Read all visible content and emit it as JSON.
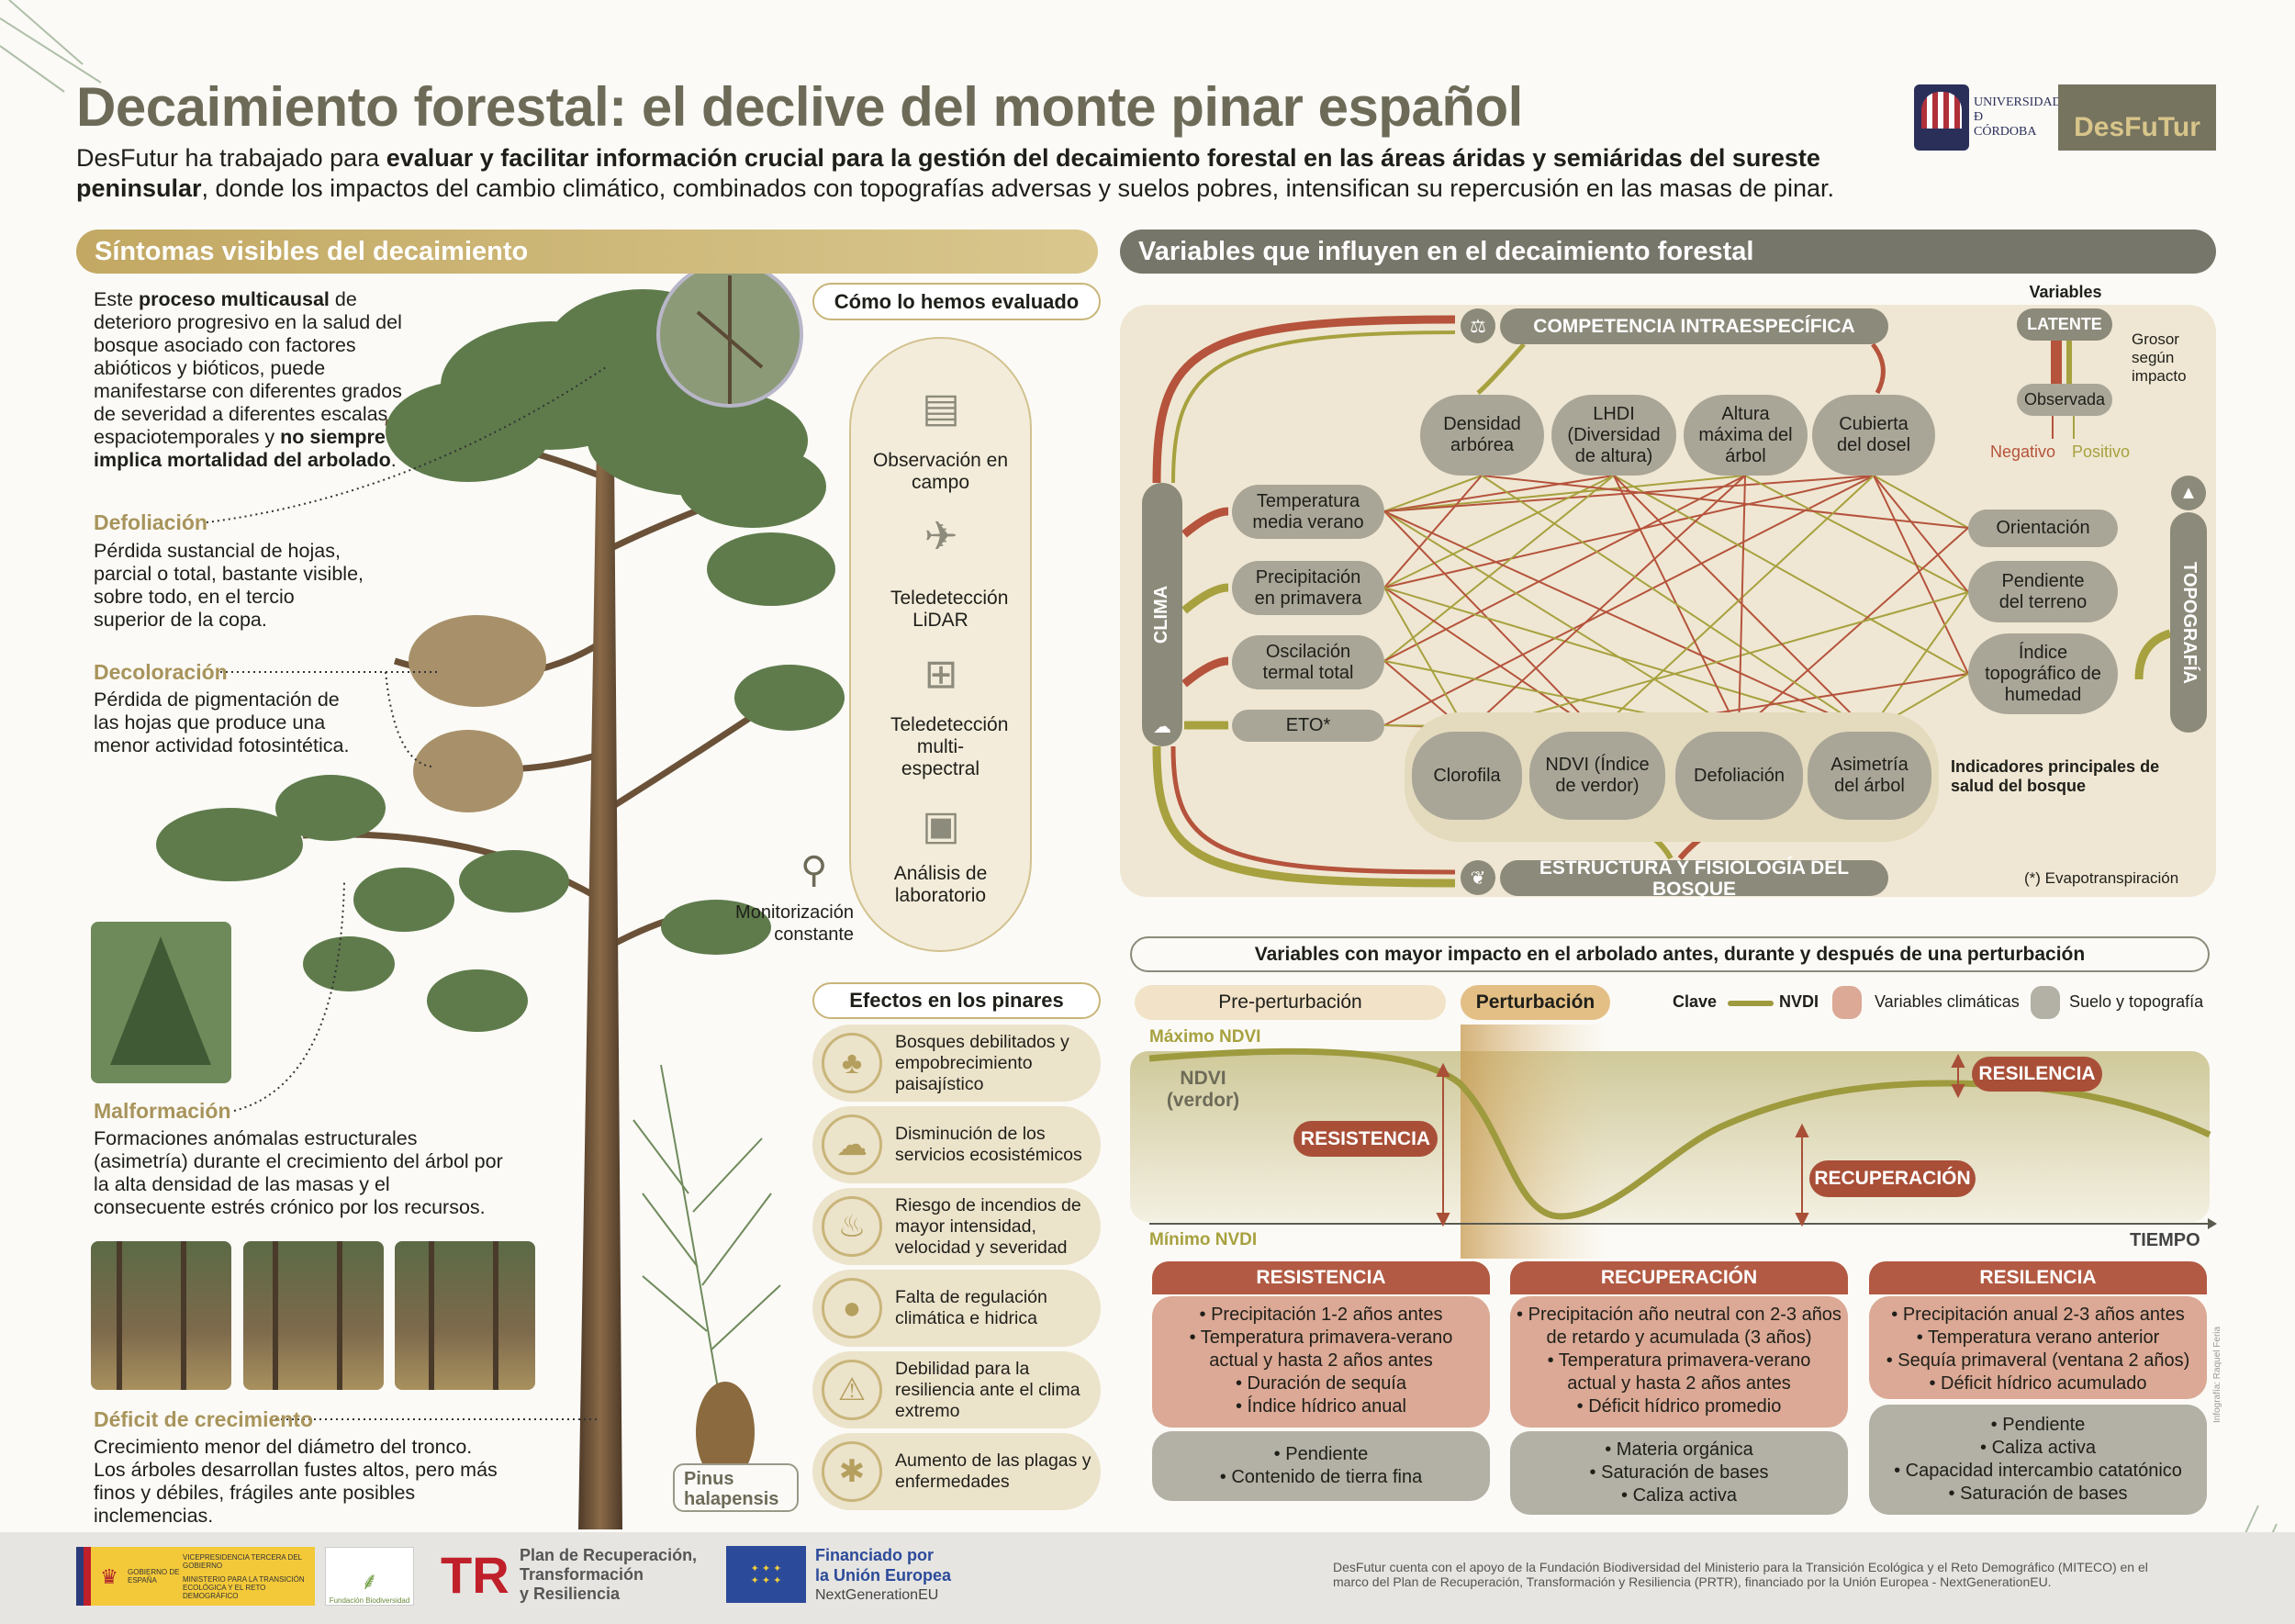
{
  "header": {
    "title": "Decaimiento forestal: el declive del monte pinar español",
    "subtitle_parts": [
      "DesFutur ha trabajado para ",
      "evaluar y facilitar información crucial para la gestión del decaimiento forestal en las áreas áridas y semiáridas del sureste peninsular",
      ", donde los impactos del cambio climático, combinados con topografías adversas y suelos pobres, intensifican su repercusión en las masas de pinar."
    ],
    "logo_uco": [
      "UNIVERSIDAD",
      "Đ",
      "CÓRDOBA"
    ],
    "logo_desfutur": "DesFuTur"
  },
  "left": {
    "section_title": "Síntomas visibles del decaimiento",
    "intro_parts": [
      "Este ",
      "proceso multicausal",
      " de deterioro progresivo en la salud del bosque asociado con factores abióticos y bióticos, puede manifestarse con diferentes grados de severidad a diferentes escalas espaciotemporales y ",
      "no siempre implica mortalidad del arbolado",
      "."
    ],
    "symptoms": [
      {
        "title": "Defoliación",
        "text": "Pérdida sustancial de hojas, parcial o total, bastante visible, sobre todo, en el tercio superior de la copa."
      },
      {
        "title": "Decoloración",
        "text": "Pérdida de pigmentación de las hojas que produce una menor actividad fotosintética."
      },
      {
        "title": "Malformación",
        "text": "Formaciones anómalas estructurales (asimetría) durante el crecimiento del árbol por la alta densidad de las masas y el consecuente estrés crónico por los recursos."
      },
      {
        "title": "Déficit de crecimiento",
        "text": "Crecimiento menor del diámetro del tronco. Los árboles desarrollan fustes altos, pero más finos y débiles, frágiles ante posibles inclemencias."
      }
    ],
    "species_label": "Pinus halapensis",
    "evaluation": {
      "title": "Cómo lo hemos evaluado",
      "items": [
        "Observación en campo",
        "Teledetección LiDAR",
        "Teledetección multi-espectral",
        "Análisis de laboratorio"
      ],
      "monitor": "Monitorización constante"
    },
    "effects": {
      "title": "Efectos en los pinares",
      "items": [
        {
          "icon": "forest-cycle-icon",
          "text": "Bosques debilitados y empobrecimiento paisajístico"
        },
        {
          "icon": "ecosystem-services-icon",
          "text": "Disminución de los servicios ecosistémicos"
        },
        {
          "icon": "fire-icon",
          "text": "Riesgo de incendios de mayor intensidad, velocidad y severidad"
        },
        {
          "icon": "water-drop-icon",
          "text": "Falta de regulación climática e hidrica"
        },
        {
          "icon": "climate-warning-icon",
          "text": "Debilidad para la resiliencia ante el clima extremo"
        },
        {
          "icon": "beetle-icon",
          "text": "Aumento de las plagas y enfermedades"
        }
      ]
    }
  },
  "right": {
    "section_title": "Variables que influyen en el decaimiento forestal",
    "diagram": {
      "competencia": "COMPETENCIA INTRAESPECÍFICA",
      "estructura": "ESTRUCTURA Y FISIOLOGÍA DEL BOSQUE",
      "clima": "CLIMA",
      "topografia": "TOPOGRAFÍA",
      "structure_nodes": [
        "Densidad arbórea",
        "LHDI (Diversidad de altura)",
        "Altura máxima del árbol",
        "Cubierta del dosel"
      ],
      "climate_nodes": [
        "Temperatura media verano",
        "Precipitación en primavera",
        "Oscilación termal total",
        "ETO*"
      ],
      "topo_nodes": [
        "Orientación",
        "Pendiente del terreno",
        "Índice topográfico de humedad"
      ],
      "indicator_nodes": [
        "Clorofila",
        "NDVI (Índice de verdor)",
        "Defoliación",
        "Asimetría del árbol"
      ],
      "indicators_label": "Indicadores principales de salud del bosque",
      "footnote": "(*) Evapotranspiración",
      "legend": {
        "title": "Variables",
        "latent": "LATENTE",
        "observed": "Observada",
        "thickness": "Grosor según impacto",
        "negative": "Negativo",
        "positive": "Positivo"
      },
      "colors": {
        "negative": "#b5533c",
        "positive": "#a7a13f"
      }
    },
    "impact": {
      "title": "Variables con mayor impacto en el arbolado antes, durante y después de una perturbación",
      "pre": "Pre-perturbación",
      "during": "Perturbación",
      "key": "Clave",
      "key_ndvi": "NVDI",
      "key_climate": "Variables climáticas",
      "key_soil": "Suelo y topografía",
      "max_label": "Máximo NDVI",
      "min_label": "Mínimo NVDI",
      "y_label": "NDVI (verdor)",
      "x_label": "TIEMPO",
      "resistance": "RESISTENCIA",
      "recovery": "RECUPERACIÓN",
      "resilience": "RESILENCIA"
    },
    "table": [
      {
        "header": "RESISTENCIA",
        "climate": [
          "• Precipitación 1-2 años antes",
          "• Temperatura primavera-verano actual y hasta 2 años antes",
          "• Duración de sequía",
          "• Índice hídrico anual"
        ],
        "soil": [
          "• Pendiente",
          "• Contenido de tierra fina"
        ]
      },
      {
        "header": "RECUPERACIÓN",
        "climate": [
          "• Precipitación año neutral con 2-3 años de retardo y acumulada (3 años)",
          "• Temperatura primavera-verano actual y hasta 2 años antes",
          "• Déficit hídrico promedio"
        ],
        "soil": [
          "• Materia orgánica",
          "• Saturación de bases",
          "• Caliza activa"
        ]
      },
      {
        "header": "RESILENCIA",
        "climate": [
          "• Precipitación anual 2-3 años antes",
          "• Temperatura verano anterior",
          "• Sequía primaveral (ventana 2 años)",
          "• Déficit hídrico acumulado"
        ],
        "soil": [
          "• Pendiente",
          "• Caliza activa",
          "• Capacidad intercambio catatónico",
          "• Saturación de bases"
        ]
      }
    ]
  },
  "credit": "Infografía: Raquel Feria",
  "footer": {
    "gob": [
      "GOBIERNO DE ESPAÑA",
      "VICEPRESIDENCIA TERCERA DEL GOBIERNO",
      "MINISTERIO PARA LA TRANSICIÓN ECOLÓGICA Y EL RETO DEMOGRÁFICO"
    ],
    "fundacion": "Fundación Biodiversidad",
    "prtr": [
      "Plan de Recuperación,",
      "Transformación",
      "y Resiliencia"
    ],
    "eu": [
      "Financiado por",
      "la Unión Europea",
      "NextGenerationEU"
    ],
    "note": "DesFutur cuenta con el apoyo de la Fundación Biodiversidad del Ministerio para la Transición Ecológica y el Reto Demográfico (MITECO) en el marco del Plan de Recuperación, Transformación y Resiliencia (PRTR), financiado por la Unión Europea - NextGenerationEU."
  }
}
